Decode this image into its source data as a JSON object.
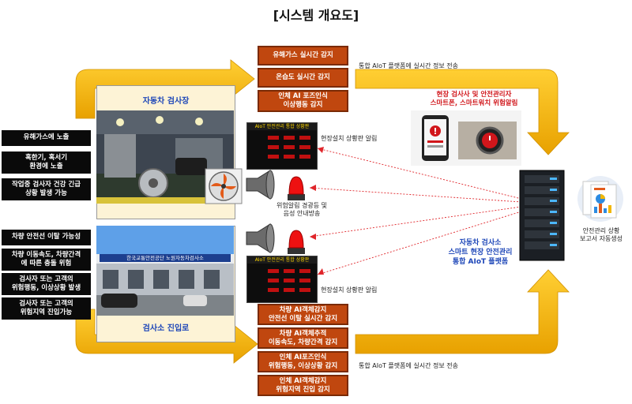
{
  "title": "[시스템 개요도]",
  "panels": {
    "inspection_area": "자동차 검사장",
    "entrance": "검사소 진입로"
  },
  "top_sensors": [
    "유해가스 실시간 감지",
    "온습도 실시간 감지",
    "인체 AI 포즈인식\n이상행동 감지"
  ],
  "bottom_sensors": [
    "차량 AI객체감지\n안전선 이탈 실시간 감지",
    "차량 AI객체추적\n이동속도, 차량간격 감지",
    "인체 AI포즈인식\n위험행동, 이상상황 감지",
    "인체 AI객체감지\n위험지역 진입 감지"
  ],
  "upper_risks": [
    "유해가스에 노출",
    "혹한기, 혹서기\n환경에 노출",
    "작업중 검사자 건강 긴급\n상황 발생 가능"
  ],
  "lower_risks": [
    "차량 안전선 이탈 가능성",
    "차량 이동속도, 차량간격\n에 따른 충돌 위험",
    "검사자 또는 고객의\n위험행동, 이상상황 발생",
    "검사자 또는 고객의\n위험지역 진입가능"
  ],
  "transmit_top": "통합 AIoT 플랫폼에 실시간 정보 전송",
  "transmit_bottom": "통합 AIoT 플랫폼에 실시간 정보 전송",
  "board_label_top": "현장설치 상황판 알림",
  "board_label_bottom": "현장설치 상황판 알림",
  "board_title": "AIoT 안전관리 통합 상황판",
  "siren_label": "위험알림 경광등 및\n음성 안내방송",
  "phone_alert": "현장 검사사 및 안전관리자\n스마트폰, 스마트워치 위험알림",
  "center": "자동차 검사소\n스마트 현장 안전관리\n통합 AIoT 플랫폼",
  "report": "안전관리 상황\n보고서 자동생성",
  "building_sign": "한국교통안전공단 노원자동차검사소",
  "colors": {
    "sensor": "#c0470f",
    "risk": "#0a0a0a",
    "arrow": "#f2b705",
    "alert": "#d1161b",
    "center_text": "#1d46b8"
  }
}
